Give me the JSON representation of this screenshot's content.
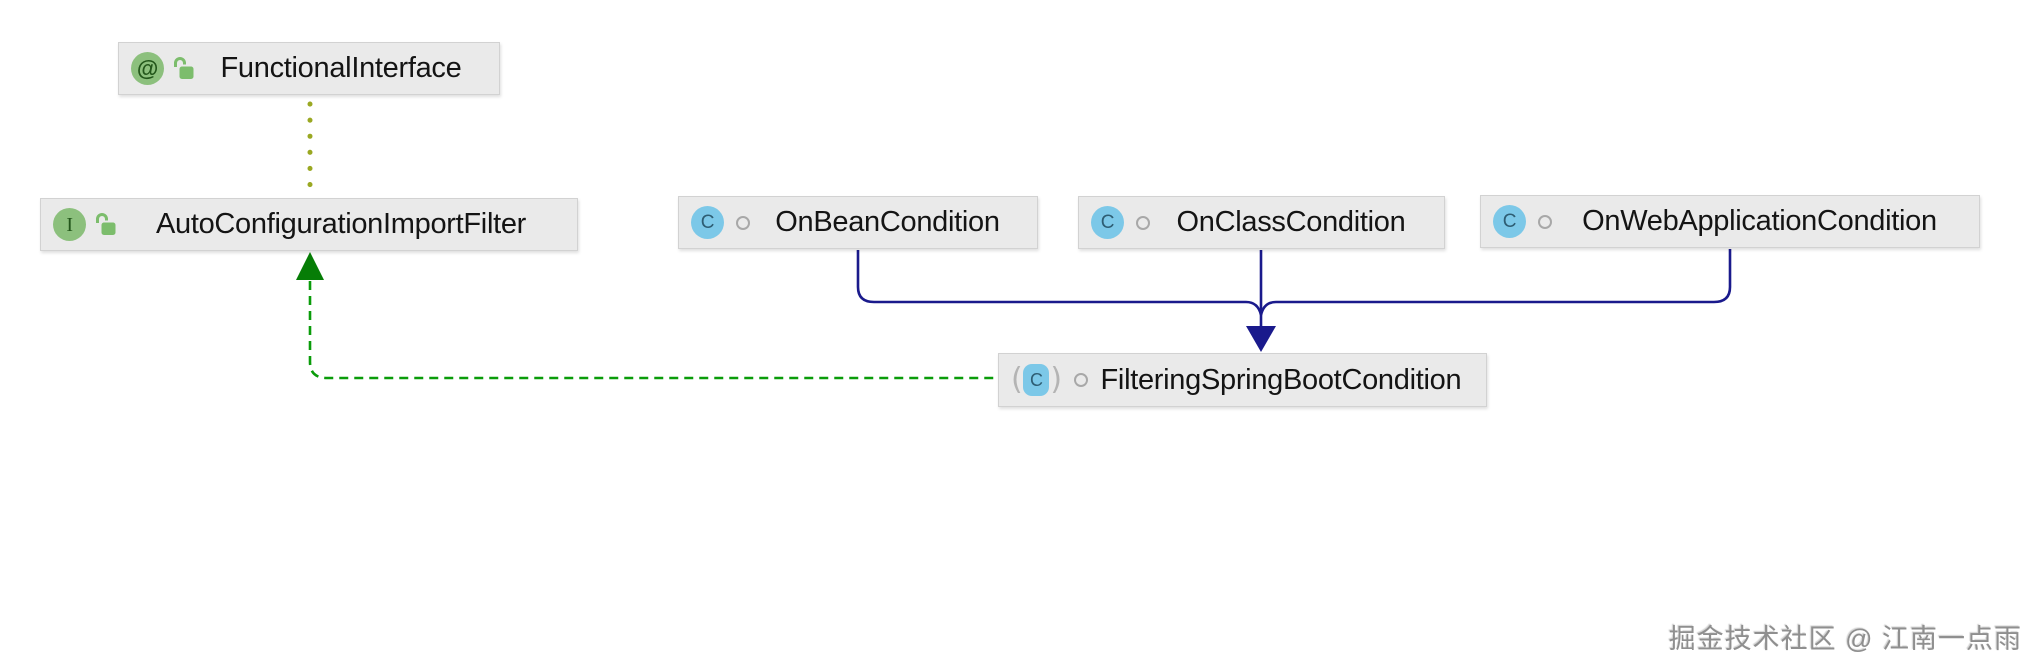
{
  "nodes": {
    "functionalInterface": {
      "label": "FunctionalInterface",
      "type": "annotation",
      "visibility": "public"
    },
    "autoConfigurationImportFilter": {
      "label": "AutoConfigurationImportFilter",
      "type": "interface",
      "visibility": "public"
    },
    "onBeanCondition": {
      "label": "OnBeanCondition",
      "type": "class",
      "visibility": "package-local"
    },
    "onClassCondition": {
      "label": "OnClassCondition",
      "type": "class",
      "visibility": "package-local"
    },
    "onWebApplicationCondition": {
      "label": "OnWebApplicationCondition",
      "type": "class",
      "visibility": "package-local"
    },
    "filteringSpringBootCondition": {
      "label": "FilteringSpringBootCondition",
      "type": "abstract-class",
      "visibility": "package-local"
    }
  },
  "icons": {
    "annotation_glyph": "@",
    "interface_glyph": "I",
    "class_glyph": "C",
    "abstract_class_glyph": "C",
    "paren_left": "(",
    "paren_right": ")"
  },
  "edges": [
    {
      "from": "AutoConfigurationImportFilter",
      "to": "FunctionalInterface",
      "type": "annotated-with",
      "style": "olive-dotted"
    },
    {
      "from": "FilteringSpringBootCondition",
      "to": "AutoConfigurationImportFilter",
      "type": "implements",
      "style": "green-dashed-filled-arrow"
    },
    {
      "from": "OnBeanCondition",
      "to": "FilteringSpringBootCondition",
      "type": "extends",
      "style": "navy-solid-filled-arrow"
    },
    {
      "from": "OnClassCondition",
      "to": "FilteringSpringBootCondition",
      "type": "extends",
      "style": "navy-solid-filled-arrow"
    },
    {
      "from": "OnWebApplicationCondition",
      "to": "FilteringSpringBootCondition",
      "type": "extends",
      "style": "navy-solid-filled-arrow"
    }
  ],
  "colors": {
    "extends_edge": "#1a1a8c",
    "implements_edge_line": "#0a9c0a",
    "implements_edge_arrow": "#067d06",
    "annotation_edge": "#9aa822",
    "node_background": "#eaeaea",
    "node_border": "#d2d2d2",
    "annotation_icon_bg": "#8cc07d",
    "class_icon_bg": "#7cc8e8",
    "lock_icon": "#7cbd6c"
  },
  "watermark": {
    "text": "掘金技术社区 @ 江南一点雨"
  }
}
